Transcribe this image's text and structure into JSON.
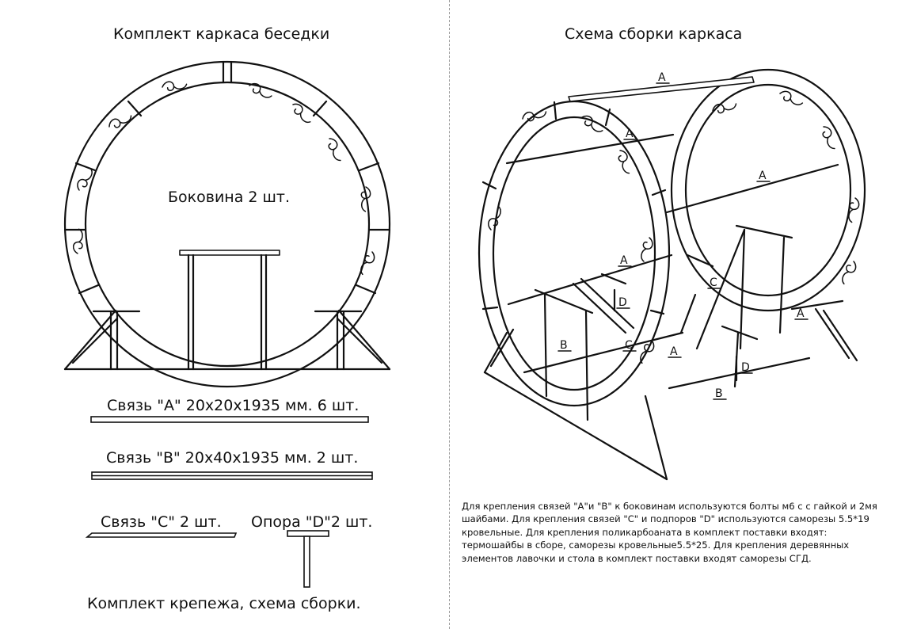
{
  "left_panel": {
    "title": "Комплект каркаса беседки",
    "side_label": "Боковина 2 шт.",
    "part_a": "Связь \"А\" 20х20х1935 мм. 6 шт.",
    "part_b": "Связь \"В\" 20х40х1935 мм. 2 шт.",
    "part_c": "Связь \"С\" 2 шт.",
    "part_d": "Опора \"D\"2 шт.",
    "footer": "Комплект крепежа, схема сборки."
  },
  "right_panel": {
    "title": "Схема сборки каркаса",
    "callouts": {
      "a": "A",
      "b": "B",
      "c": "C",
      "d": "D"
    },
    "description": "Для крепления связей \"А\"и \"В\" к боковинам используются болты м6 с с гайкой и 2мя\nшайбами. Для крепления связей \"С\" и подпоров \"D\" используются саморезы 5.5*19\nкровельные. Для крепления поликарбоаната в комплект поставки входят:\nтермошайбы в сборе, саморезы кровельные5.5*25. Для крепления деревянных\nэлементов лавочки и стола в комплект поставки входят саморезы СГД."
  }
}
